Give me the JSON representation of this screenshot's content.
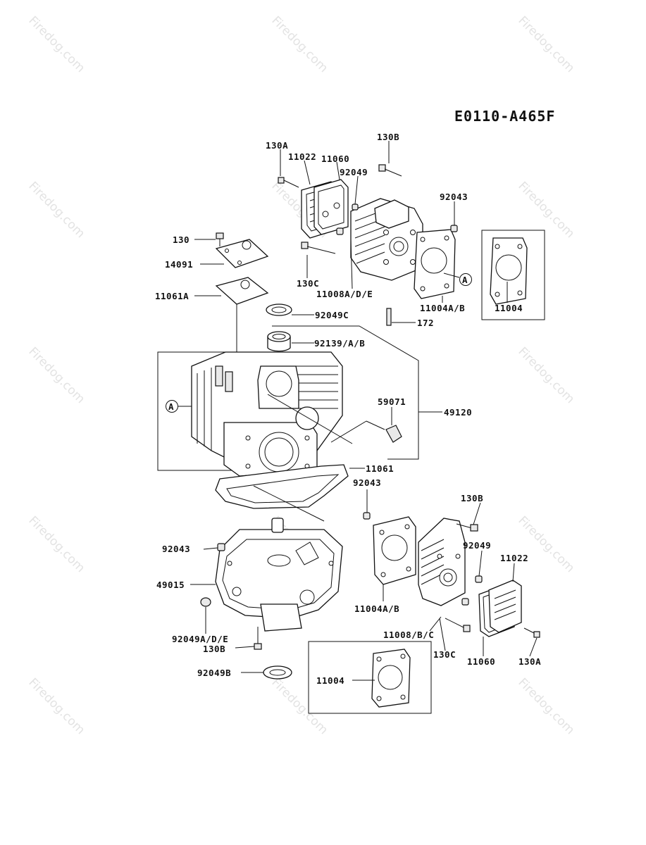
{
  "diagram": {
    "code": "E0110-A465F",
    "watermark": "Firedog.com",
    "callout": "A",
    "labels": {
      "l130A_top": "130A",
      "l11022_top": "11022",
      "l11060_top": "11060",
      "l92049_top": "92049",
      "l130B_top": "130B",
      "l92043_top": "92043",
      "l130": "130",
      "l14091": "14091",
      "l11061A": "11061A",
      "l130C_top": "130C",
      "l11008ADE": "11008A/D/E",
      "l11004AB_top": "11004A/B",
      "l11004_box_top": "11004",
      "l172": "172",
      "l92049C": "92049C",
      "l92139AB": "92139/A/B",
      "l59071": "59071",
      "l49120": "49120",
      "l11061": "11061",
      "l92043_mid": "92043",
      "l130B_right": "130B",
      "l92043_left": "92043",
      "l49015": "49015",
      "l92049_right": "92049",
      "l11022_right": "11022",
      "l11004AB_bottom": "11004A/B",
      "l92049ADE": "92049A/D/E",
      "l130B_bottom": "130B",
      "l11008BC": "11008/B/C",
      "l130C_bottom": "130C",
      "l11060_bottom": "11060",
      "l130A_bottom": "130A",
      "l92049B": "92049B",
      "l11004_box_bottom": "11004"
    }
  }
}
